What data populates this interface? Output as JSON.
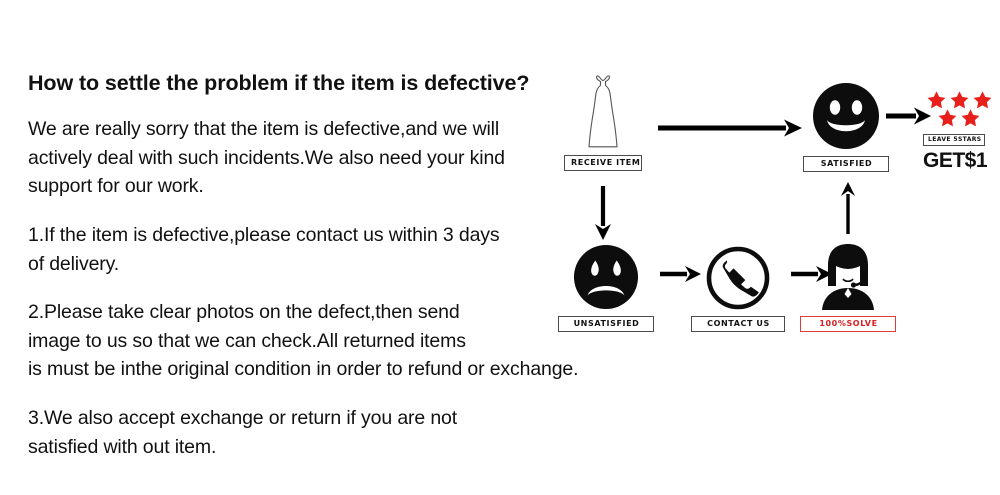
{
  "page": {
    "background": "#ffffff",
    "accent_red": "#e8201c",
    "text_color": "#111111"
  },
  "content": {
    "heading": "How to settle the problem if the item is defective?",
    "paragraphs": [
      {
        "name": "apology-paragraph",
        "lines": [
          "We are really sorry that the item is defective,and we will",
          "actively deal with such incidents.We also need your kind",
          "support for our work."
        ]
      },
      {
        "name": "step-1-paragraph",
        "lines": [
          "1.If the item is defective,please contact us within 3 days",
          "of delivery."
        ]
      },
      {
        "name": "step-2-paragraph",
        "lines": [
          "2.Please take clear photos on the defect,then send",
          "image to us so that we can check.All returned items",
          "is must be inthe original condition in order to refund or exchange."
        ]
      },
      {
        "name": "step-3-paragraph",
        "lines": [
          "3.We also accept exchange or return if you are not",
          "satisfied with out item."
        ]
      }
    ]
  },
  "diagram": {
    "nodes": [
      {
        "id": "receive-item",
        "label": "RECEIVE ITEM",
        "icon": "dress-icon",
        "label_style": "outline"
      },
      {
        "id": "satisfied",
        "label": "SATISFIED",
        "icon": "smiley-face-icon",
        "label_style": "outline"
      },
      {
        "id": "leave-5stars",
        "label": "LEAVE 5STARS",
        "icon": "five-stars-icon",
        "label_style": "outline-tiny",
        "caption": "GET$1"
      },
      {
        "id": "unsatisfied",
        "label": "UNSATISFIED",
        "icon": "sad-face-icon",
        "label_style": "outline"
      },
      {
        "id": "contact-us",
        "label": "CONTACT US",
        "icon": "phone-handset-icon",
        "label_style": "outline"
      },
      {
        "id": "solve",
        "label": "100%SOLVE",
        "icon": "support-agent-icon",
        "label_style": "outline-red"
      }
    ],
    "arrows": [
      {
        "id": "receive-to-satisfied",
        "direction": "right"
      },
      {
        "id": "satisfied-to-stars",
        "direction": "right"
      },
      {
        "id": "receive-to-unsatisfied",
        "direction": "down"
      },
      {
        "id": "unsatisfied-to-contact",
        "direction": "right"
      },
      {
        "id": "contact-to-solve",
        "direction": "right"
      },
      {
        "id": "solve-to-satisfied",
        "direction": "up"
      }
    ],
    "stars": {
      "count": 5,
      "top_row": 3,
      "bottom_row": 2,
      "color": "#e8201c"
    }
  }
}
